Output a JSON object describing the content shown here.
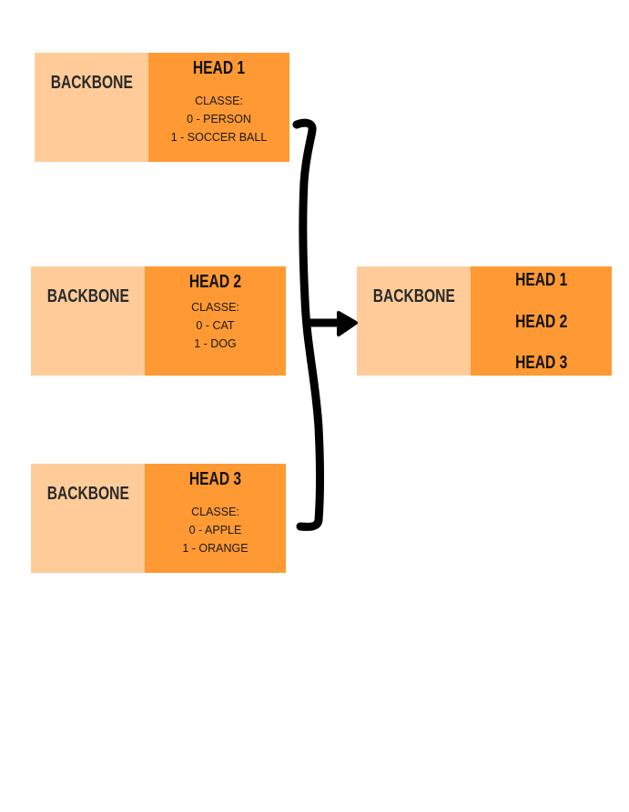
{
  "colors": {
    "backbone": "#FFCC99",
    "head": "#FF9933",
    "connector": "#000000"
  },
  "models": [
    {
      "backbone_label": "BACKBONE",
      "head_label": "HEAD 1",
      "classes_title": "CLASSE:",
      "classes": [
        "0 - PERSON",
        "1 - SOCCER BALL"
      ]
    },
    {
      "backbone_label": "BACKBONE",
      "head_label": "HEAD 2",
      "classes_title": "CLASSE:",
      "classes": [
        "0 - CAT",
        "1 - DOG"
      ]
    },
    {
      "backbone_label": "BACKBONE",
      "head_label": "HEAD 3",
      "classes_title": "CLASSE:",
      "classes": [
        "0 - APPLE",
        "1 - ORANGE"
      ]
    }
  ],
  "merged_model": {
    "backbone_label": "BACKBONE",
    "heads": [
      "HEAD 1",
      "HEAD 2",
      "HEAD 3"
    ]
  }
}
